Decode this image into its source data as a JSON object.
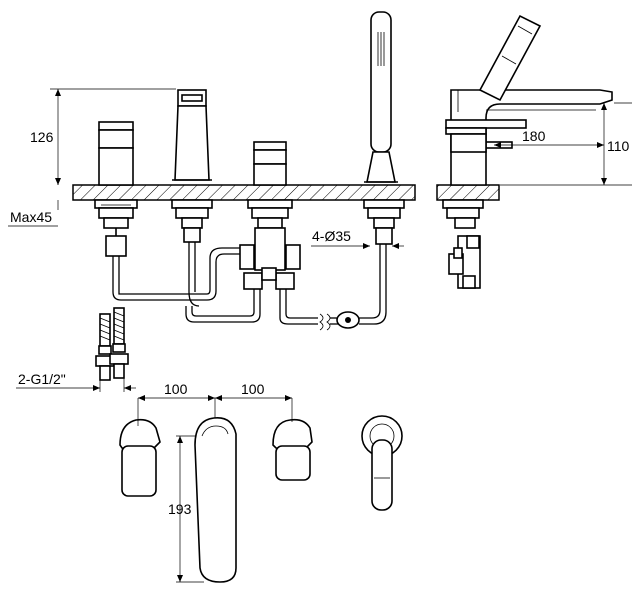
{
  "dimensions": {
    "height_126": "126",
    "max45": "Max45",
    "hole_spec": "4-Ø35",
    "depth_180": "180",
    "height_110": "110",
    "thread_spec": "2-G1/2\"",
    "spacing_left": "100",
    "spacing_right": "100",
    "spout_length": "193"
  }
}
